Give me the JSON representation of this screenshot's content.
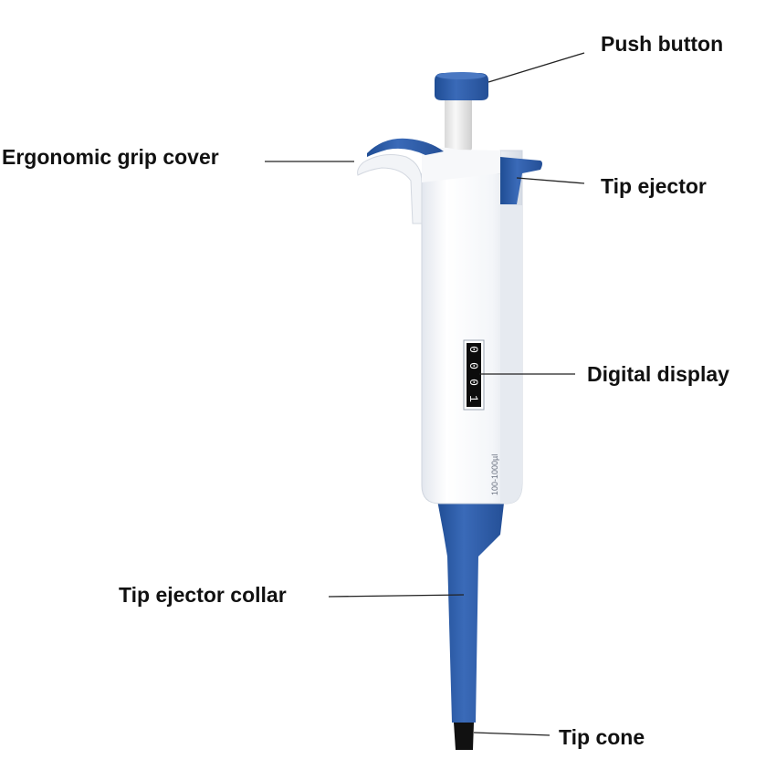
{
  "labels": {
    "push_button": "Push button",
    "grip_cover": "Ergonomic grip cover",
    "tip_ejector": "Tip ejector",
    "digital_display": "Digital display",
    "tip_ejector_collar": "Tip ejector collar",
    "tip_cone": "Tip cone"
  },
  "device": {
    "volume_range": "100-1000µl",
    "display_digits": [
      "0",
      "0",
      "0",
      "1"
    ]
  },
  "colors": {
    "accent_blue": "#2d5aa6",
    "body_white": "#f4f6f9",
    "plunger_white": "#f0f0f0",
    "tip_black": "#111111",
    "leader_line": "#222222"
  }
}
